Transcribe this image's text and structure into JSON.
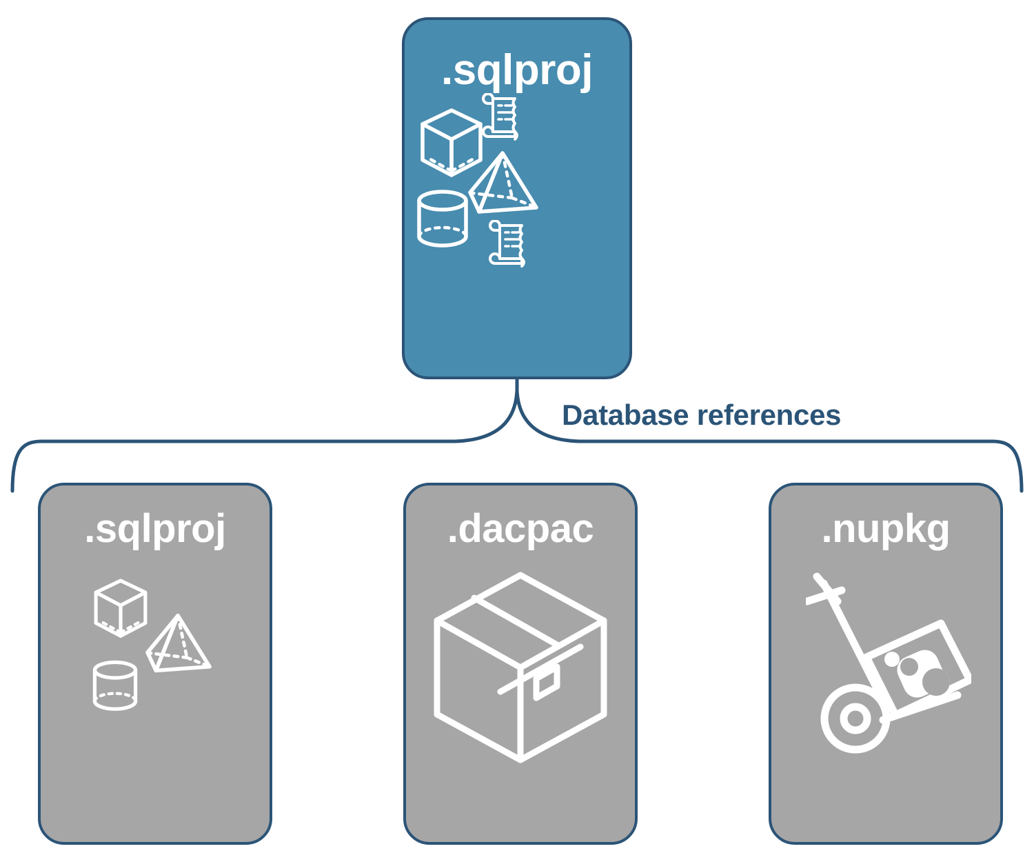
{
  "diagram": {
    "title_visible": false,
    "colors": {
      "primary_fill": "#488CAF",
      "secondary_fill": "#A6A6A6",
      "stroke": "#2B5477",
      "label_text": "#FFFFFF",
      "connector_label_text": "#2B5477",
      "background": "#FFFFFF"
    },
    "connector": {
      "label": "Database references",
      "style": "curly-brace"
    },
    "root": {
      "label": ".sqlproj",
      "kind": "primary",
      "icons": [
        "wireframe-cube-icon",
        "scroll-script-icon",
        "wireframe-pyramid-icon",
        "wireframe-cylinder-icon",
        "scroll-script-icon"
      ]
    },
    "children": [
      {
        "label": ".sqlproj",
        "kind": "secondary",
        "icons": [
          "wireframe-cube-icon",
          "wireframe-pyramid-icon",
          "wireframe-cylinder-icon"
        ]
      },
      {
        "label": ".dacpac",
        "kind": "secondary",
        "icons": [
          "shipping-box-icon"
        ]
      },
      {
        "label": ".nupkg",
        "kind": "secondary",
        "icons": [
          "hand-truck-package-icon"
        ]
      }
    ]
  }
}
